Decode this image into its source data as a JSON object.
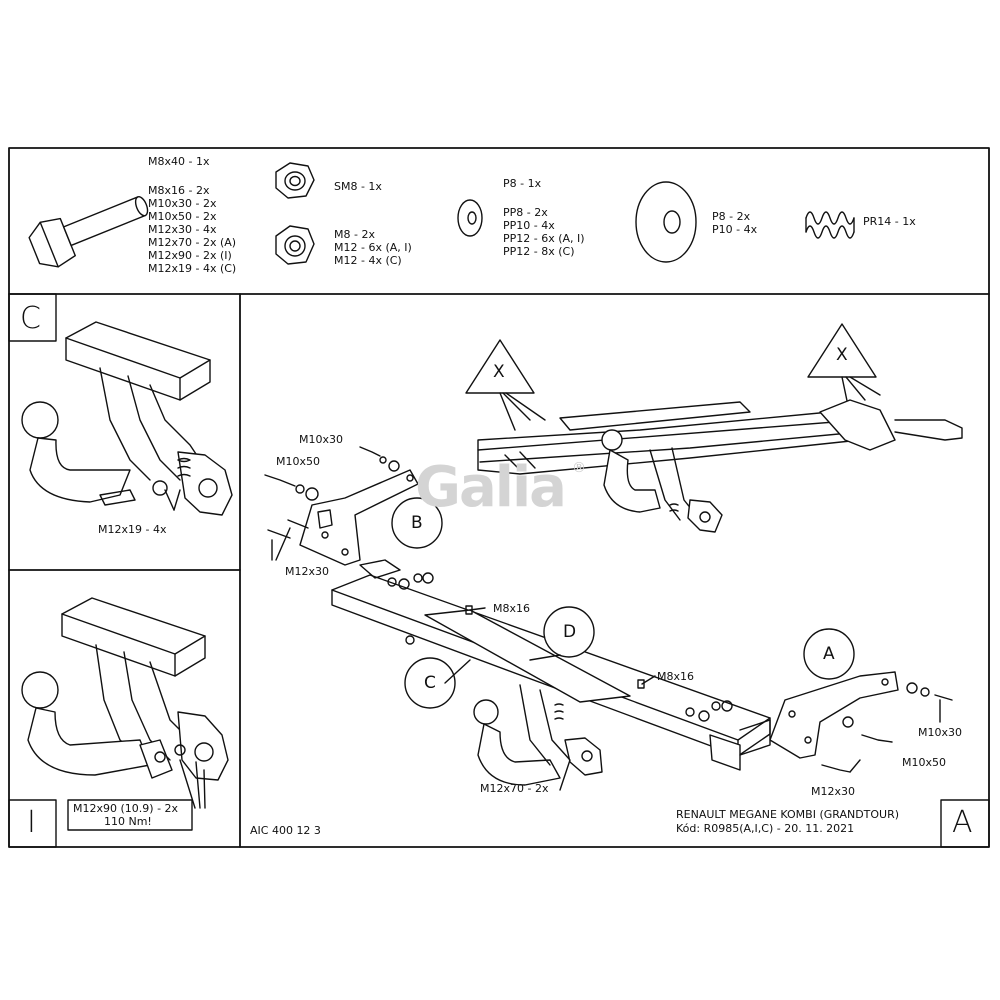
{
  "parts": {
    "bolt_main": "M8x40 - 1x",
    "bolt_list": [
      "M8x16 - 2x",
      "M10x30 - 2x",
      "M10x50 - 2x",
      "M12x30 - 4x",
      "M12x70 - 2x (A)",
      "M12x90 - 2x (I)",
      "M12x19 - 4x (C)"
    ],
    "sm_nut": "SM8 - 1x",
    "nut_list": [
      "M8 - 2x",
      "M12 - 6x (A, I)",
      "M12 - 4x (C)"
    ],
    "p8_single": "P8 - 1x",
    "pp_list": [
      "PP8 - 2x",
      "PP10 - 4x",
      "PP12 - 6x (A, I)",
      "PP12 - 8x (C)"
    ],
    "large_washers": [
      "P8 - 2x",
      "P10 - 4x"
    ],
    "spring": "PR14 - 1x"
  },
  "variant_c": {
    "letter": "C",
    "bolt_label": "M12x19 - 4x"
  },
  "variant_i": {
    "letter": "I",
    "note_line1": "M12x90 (10.9) - 2x",
    "note_line2": "110 Nm!"
  },
  "main": {
    "letter": "A",
    "code": "AIC 400 12 3",
    "model": "RENAULT MEGANE KOMBI (GRANDTOUR)",
    "kod": "Kód: R0985(A,I,C) - 20. 11. 2021",
    "logo": "Galia",
    "reg": "®",
    "markers": {
      "x1": "X",
      "x2": "X",
      "b": "B",
      "c": "C",
      "d": "D",
      "a": "A"
    },
    "labels": {
      "m10x30_left": "M10x30",
      "m10x50_left": "M10x50",
      "m12x30_left": "M12x30",
      "m8x16_top": "M8x16",
      "m8x16_right": "M8x16",
      "m12x70": "M12x70 - 2x",
      "m10x30_right": "M10x30",
      "m10x50_right": "M10x50",
      "m12x30_right": "M12x30"
    }
  }
}
